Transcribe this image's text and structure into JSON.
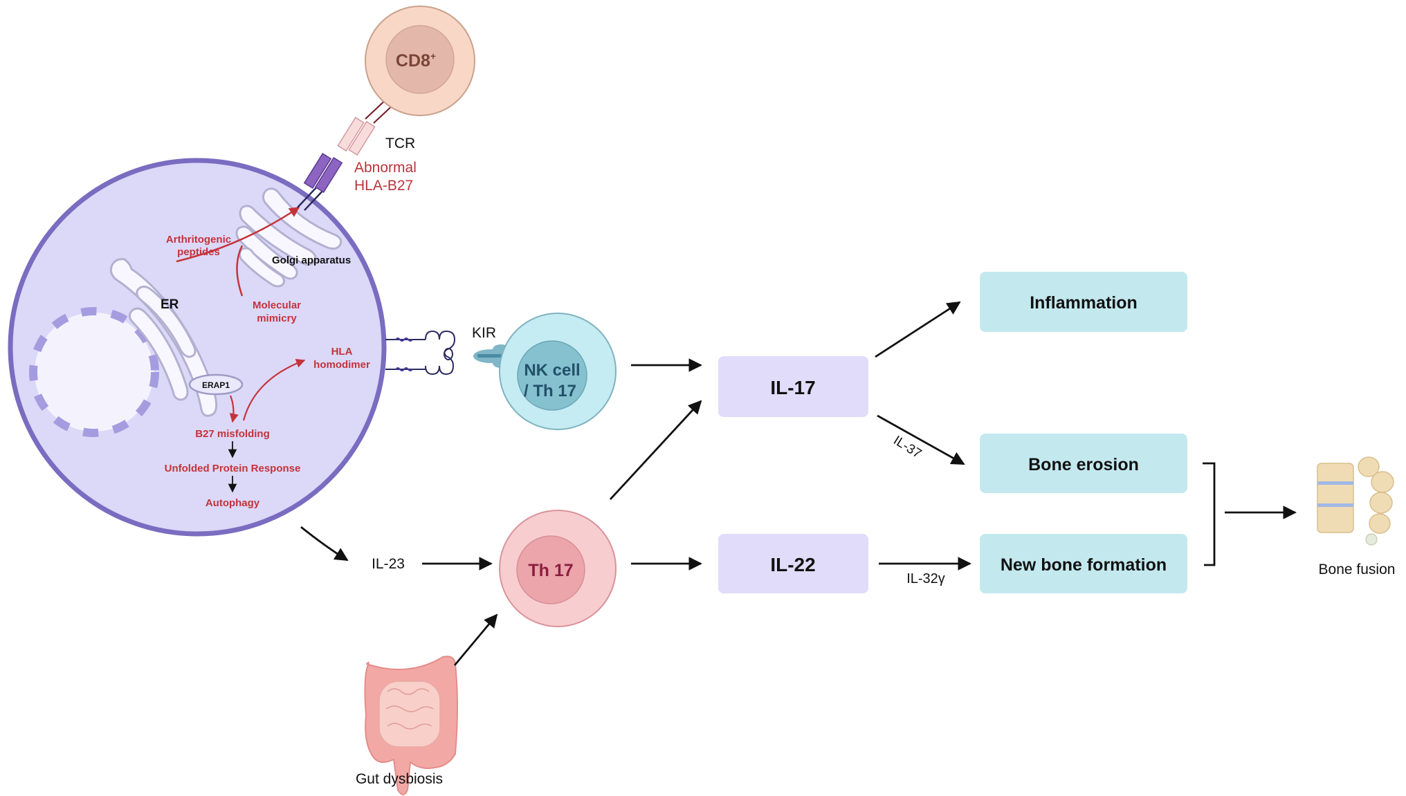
{
  "antigen_presenting_cell": {
    "organelles": {
      "er": "ER",
      "golgi": "Golgi apparatus",
      "erap1": "ERAP1"
    },
    "pathway_labels": {
      "arthritogenic_line1": "Arthritogenic",
      "arthritogenic_line2": "peptides",
      "molecular_line1": "Molecular",
      "molecular_line2": "mimicry",
      "hla_line1": "HLA",
      "hla_line2": "homodimer",
      "b27_misfolding": "B27 misfolding",
      "upr": "Unfolded Protein Response",
      "autophagy": "Autophagy"
    }
  },
  "cd8_cell": {
    "label": "CD8",
    "superscript": "+"
  },
  "receptors": {
    "tcr": "TCR",
    "abnormal_line1": "Abnormal",
    "abnormal_line2": "HLA-B27",
    "kir": "KIR"
  },
  "nk_cell": {
    "line1": "NK cell",
    "line2": "/ Th 17"
  },
  "th17_cell": {
    "label": "Th 17"
  },
  "cytokines": {
    "il23": "IL-23",
    "il17": "IL-17",
    "il22": "IL-22",
    "il37": "IL-37",
    "il32g": "IL-32γ"
  },
  "outcomes": {
    "inflammation": "Inflammation",
    "bone_erosion": "Bone erosion",
    "new_bone": "New bone formation",
    "bone_fusion": "Bone fusion"
  },
  "gut": {
    "label": "Gut dysbiosis"
  },
  "colors": {
    "cell_fill": "#dcd8f8",
    "cell_border": "#7a6cc0",
    "accent_red": "#c4333a",
    "cytokine_box": "#e0dcfa",
    "outcome_box": "#c3e9ef",
    "nk_outer": "#c5ecf2",
    "nk_inner": "#86c1cf",
    "th17_outer": "#f7cdd0",
    "th17_inner": "#eba5ab",
    "cd8_outer": "#f8d7c6",
    "cd8_inner": "#e3b8aa"
  }
}
